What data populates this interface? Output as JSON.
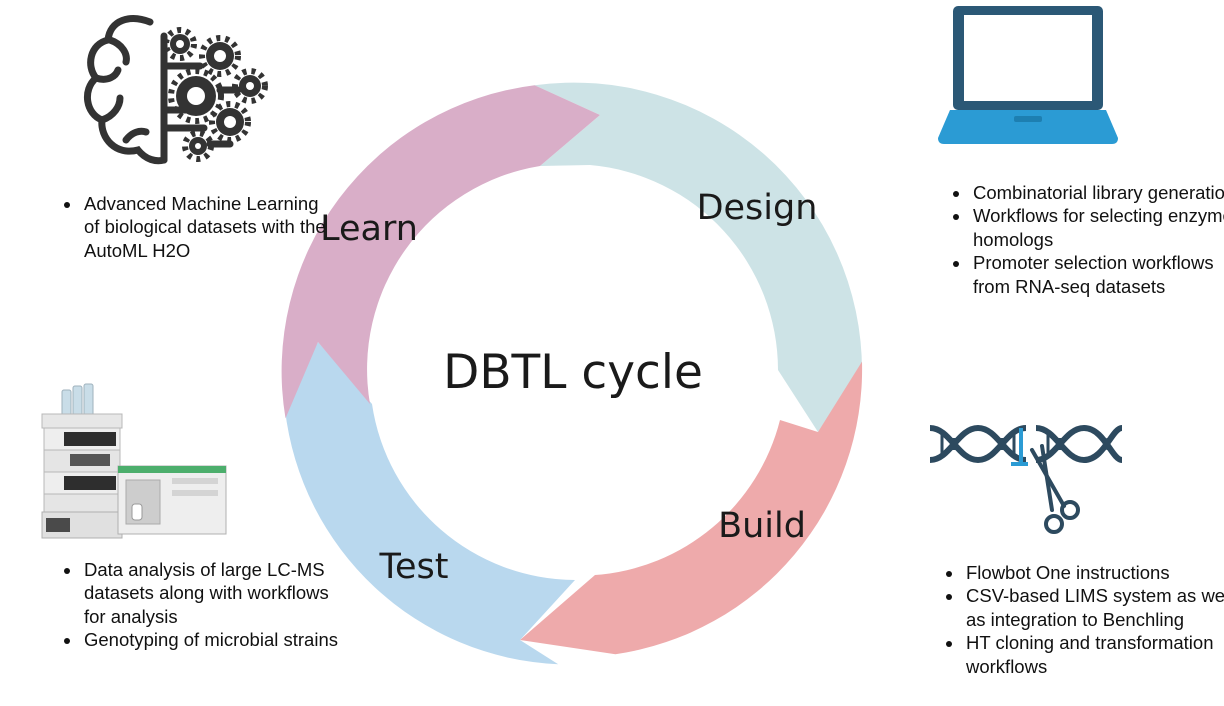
{
  "diagram": {
    "center_label": "DBTL cycle",
    "stages": [
      {
        "name": "Design",
        "color": "#cde3e6"
      },
      {
        "name": "Build",
        "color": "#eeaaab"
      },
      {
        "name": "Test",
        "color": "#b9d8ee"
      },
      {
        "name": "Learn",
        "color": "#d9aec8"
      }
    ]
  },
  "panels": {
    "learn": {
      "icon": "brain-gears-icon",
      "bullets": [
        "Advanced Machine Learning of biological datasets with the AutoML H2O"
      ]
    },
    "design": {
      "icon": "laptop-icon",
      "bullets": [
        "Combinatorial library generation",
        "Workflows for selecting enzyme homologs",
        "Promoter selection workflows from RNA-seq datasets"
      ]
    },
    "build": {
      "icon": "dna-scissors-icon",
      "bullets": [
        "Flowbot One instructions",
        "CSV-based LIMS system as well as integration to Benchling",
        "HT cloning and transformation workflows"
      ]
    },
    "test": {
      "icon": "lc-ms-instrument-icon",
      "bullets": [
        "Data analysis of large LC-MS datasets along with workflows for analysis",
        "Genotyping of microbial strains"
      ]
    }
  }
}
